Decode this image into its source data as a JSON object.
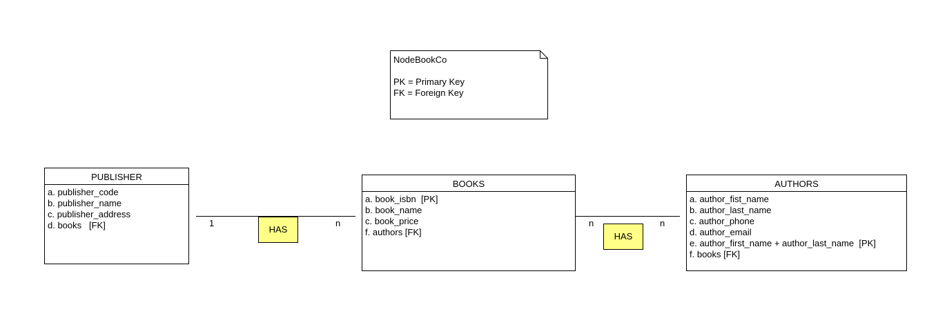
{
  "note": {
    "title": "NodeBookCo",
    "lines": [
      "PK = Primary Key",
      "FK = Foreign Key"
    ]
  },
  "entities": {
    "publisher": {
      "name": "PUBLISHER",
      "attributes": [
        "a. publisher_code",
        "b. publisher_name",
        "c. publisher_address",
        "d. books   [FK]"
      ]
    },
    "books": {
      "name": "BOOKS",
      "attributes": [
        "a. book_isbn  [PK]",
        "b. book_name",
        "c. book_price",
        "f. authors [FK]"
      ]
    },
    "authors": {
      "name": "AUTHORS",
      "attributes": [
        "a. author_fist_name",
        "b. author_last_name",
        "c. author_phone",
        "d. author_email",
        "e. author_first_name + author_last_name  [PK]",
        "f. books [FK]"
      ]
    }
  },
  "relationships": [
    {
      "label": "HAS",
      "left_card": "1",
      "right_card": "n"
    },
    {
      "label": "HAS",
      "left_card": "n",
      "right_card": "n"
    }
  ],
  "colors": {
    "relationship_fill": "#ffff88",
    "line": "#000000"
  }
}
